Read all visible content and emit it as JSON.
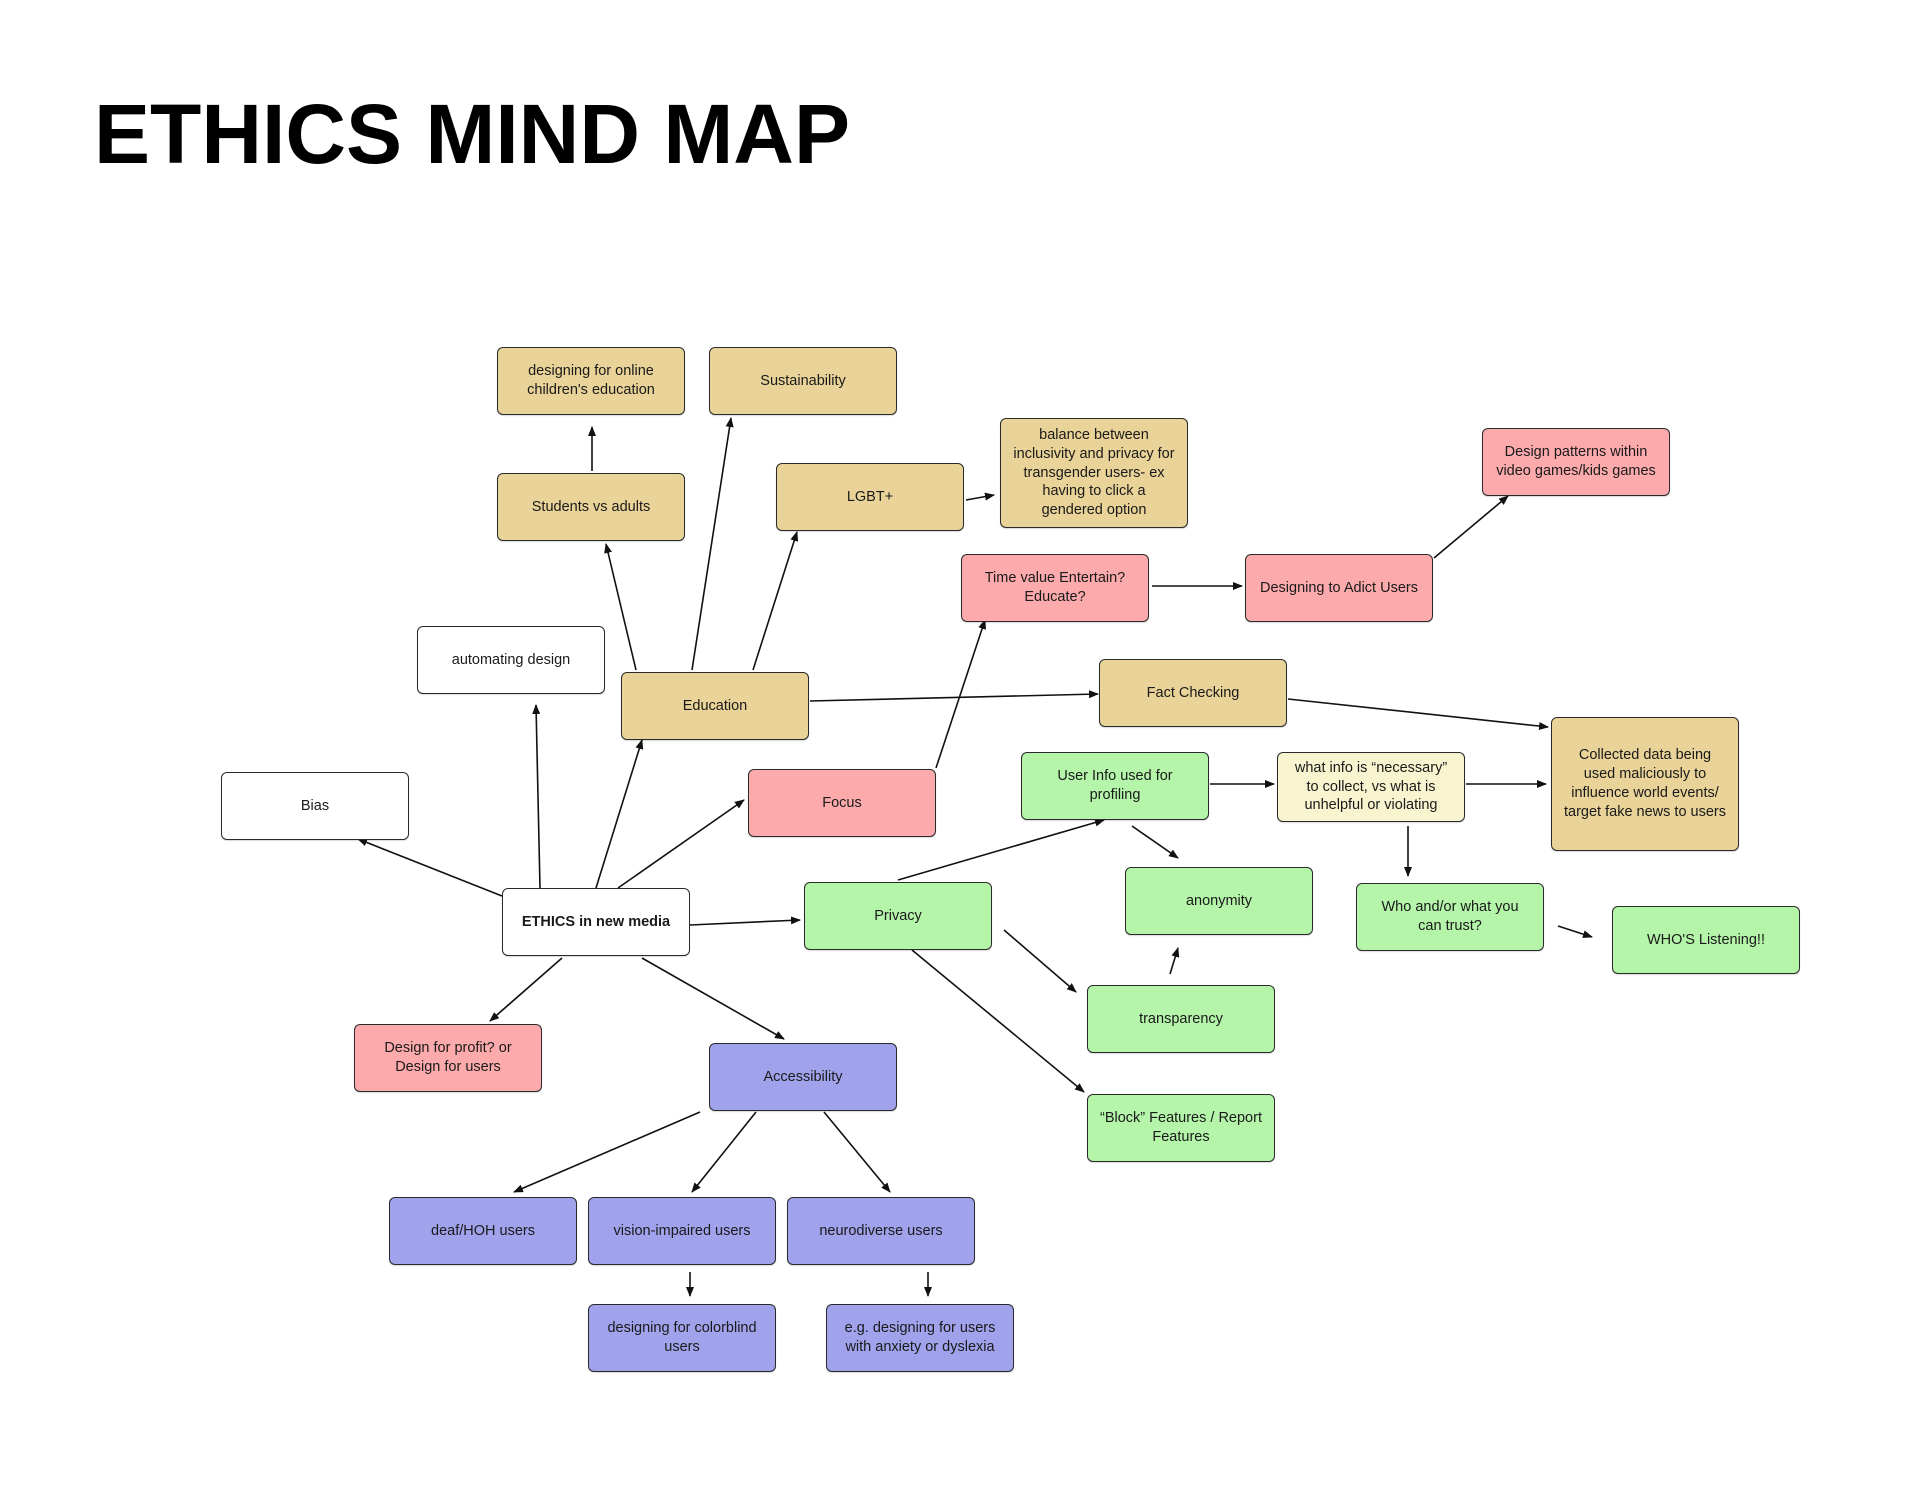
{
  "title": "ETHICS MIND MAP",
  "colors": {
    "white": "#ffffff",
    "tan": "#e9d398",
    "pink": "#fdaaac",
    "green": "#b4f5aa",
    "purple": "#a0a2ec",
    "cream": "#f7f4cf",
    "stroke": "#111111"
  },
  "nodes": {
    "ethics": "ETHICS in new media",
    "bias": "Bias",
    "automating": "automating design",
    "education": "Education",
    "focus": "Focus",
    "privacy": "Privacy",
    "profit": "Design for profit? or Design for users",
    "accessibility": "Accessibility",
    "students": "Students vs adults",
    "children_ed": "designing for online children's education",
    "sustainability": "Sustainability",
    "lgbt": "LGBT+",
    "balance": "balance between inclusivity and privacy for transgender users- ex having to click a gendered option",
    "time_value": "Time value Entertain?Educate?",
    "addict": "Designing to Adict Users",
    "video_games": "Design patterns within video games/kids games",
    "fact_checking": "Fact Checking",
    "collected_data": "Collected data being used maliciously to influence world events/ target fake news to users",
    "user_info": "User Info used for profiling",
    "necessary": "what info is “necessary” to collect, vs what is unhelpful or violating",
    "anonymity": "anonymity",
    "transparency": "transparency",
    "block": "“Block” Features / Report Features",
    "who_trust": "Who and/or what you can trust?",
    "listening": "WHO'S Listening!!",
    "deaf": "deaf/HOH users",
    "vision": "vision-impaired users",
    "neuro": "neurodiverse users",
    "colorblind": "designing for colorblind users",
    "anxiety": "e.g. designing for users with anxiety or dyslexia"
  }
}
